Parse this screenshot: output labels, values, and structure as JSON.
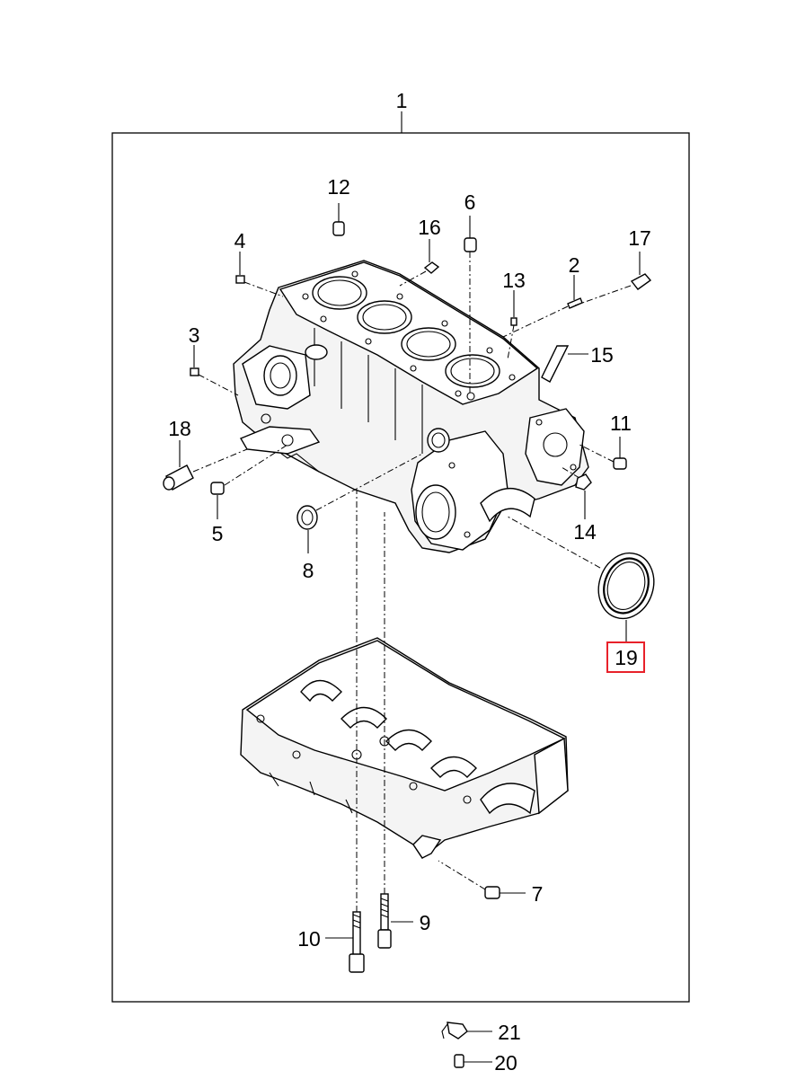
{
  "diagram": {
    "assembly_label": "1",
    "callouts": [
      {
        "id": "2",
        "text": "2"
      },
      {
        "id": "3",
        "text": "3"
      },
      {
        "id": "4",
        "text": "4"
      },
      {
        "id": "5",
        "text": "5"
      },
      {
        "id": "6",
        "text": "6"
      },
      {
        "id": "7",
        "text": "7"
      },
      {
        "id": "8",
        "text": "8"
      },
      {
        "id": "9",
        "text": "9"
      },
      {
        "id": "10",
        "text": "10"
      },
      {
        "id": "11",
        "text": "11"
      },
      {
        "id": "12",
        "text": "12"
      },
      {
        "id": "13",
        "text": "13"
      },
      {
        "id": "14",
        "text": "14"
      },
      {
        "id": "15",
        "text": "15"
      },
      {
        "id": "16",
        "text": "16"
      },
      {
        "id": "17",
        "text": "17"
      },
      {
        "id": "18",
        "text": "18"
      },
      {
        "id": "19",
        "text": "19",
        "highlighted": true
      },
      {
        "id": "20",
        "text": "20"
      },
      {
        "id": "21",
        "text": "21"
      }
    ],
    "highlight_color": "#e8212a"
  }
}
